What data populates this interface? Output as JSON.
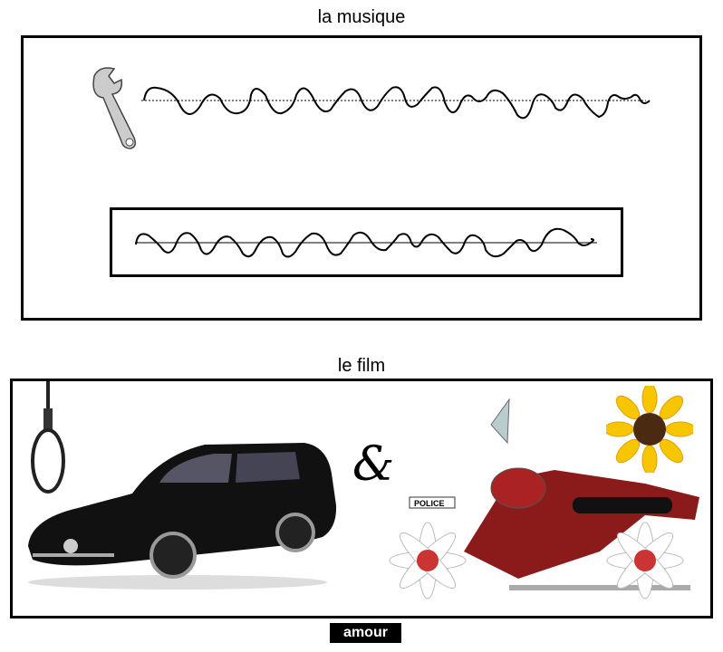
{
  "music": {
    "title": "la musique"
  },
  "film": {
    "title": "le film",
    "ampersand": "&"
  },
  "caption": "amour",
  "police_text": "POLICE"
}
